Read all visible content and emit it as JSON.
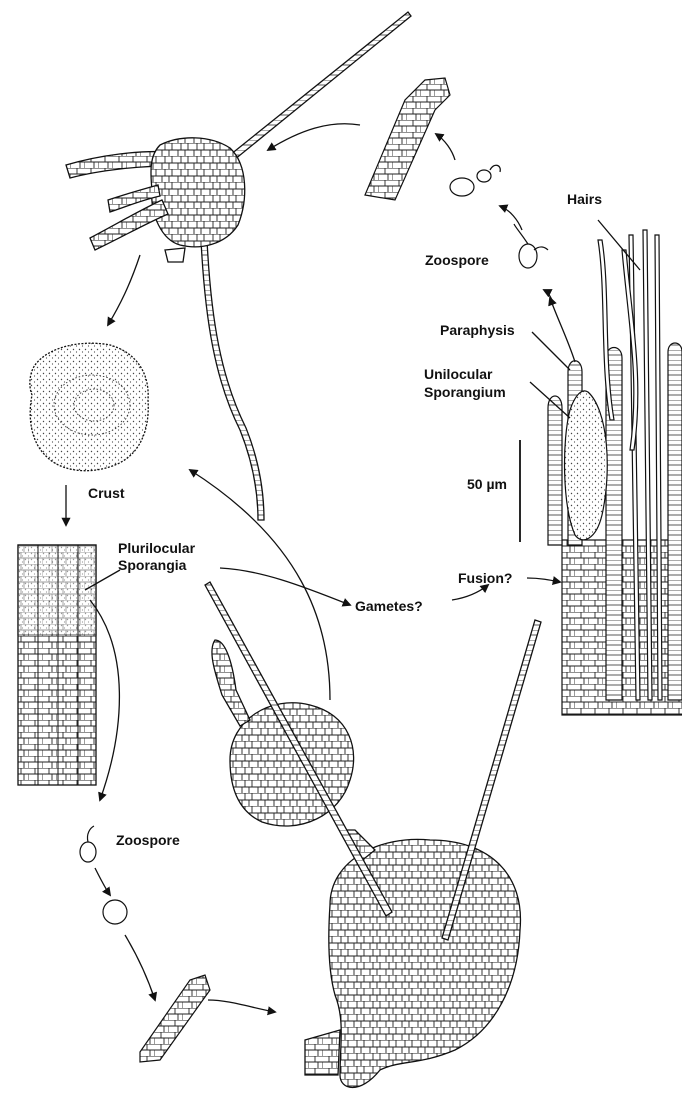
{
  "diagram": {
    "labels": {
      "hairs": "Hairs",
      "zoospore_top": "Zoospore",
      "paraphysis": "Paraphysis",
      "unilocular_line1": "Unilocular",
      "unilocular_line2": "Sporangium",
      "scale": "50 µm",
      "crust": "Crust",
      "plurilocular_line1": "Plurilocular",
      "plurilocular_line2": "Sporangia",
      "gametes": "Gametes?",
      "fusion": "Fusion?",
      "zoospore_bottom": "Zoospore"
    },
    "stroke_color": "#111111",
    "fill_color": "#ffffff",
    "stipple_color": "#555555"
  }
}
